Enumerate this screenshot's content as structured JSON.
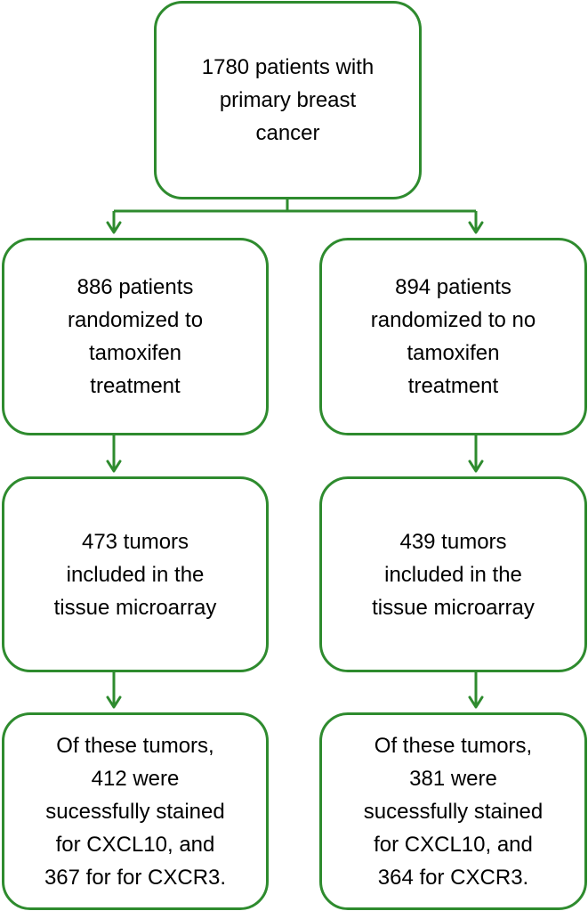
{
  "diagram": {
    "colors": {
      "stroke": "#2e8b2e",
      "background": "#ffffff",
      "text": "#000000"
    },
    "nodes": {
      "root": "1780 patients with\nprimary breast\ncancer",
      "tamoxifen_arm": "886 patients\nrandomized to\ntamoxifen\ntreatment",
      "no_tamoxifen_arm": "894 patients\nrandomized to no\ntamoxifen\ntreatment",
      "tamoxifen_tma": "473 tumors\nincluded in the\ntissue microarray",
      "no_tamoxifen_tma": "439 tumors\nincluded in the\ntissue microarray",
      "tamoxifen_stained": "Of these tumors,\n412 were\nsucessfully stained\nfor CXCL10, and\n367 for for CXCR3.",
      "no_tamoxifen_stained": "Of these tumors,\n381 were\nsucessfully stained\nfor CXCL10, and\n364 for CXCR3."
    },
    "edges": [
      {
        "from": "root",
        "to": "tamoxifen_arm"
      },
      {
        "from": "root",
        "to": "no_tamoxifen_arm"
      },
      {
        "from": "tamoxifen_arm",
        "to": "tamoxifen_tma"
      },
      {
        "from": "no_tamoxifen_arm",
        "to": "no_tamoxifen_tma"
      },
      {
        "from": "tamoxifen_tma",
        "to": "tamoxifen_stained"
      },
      {
        "from": "no_tamoxifen_tma",
        "to": "no_tamoxifen_stained"
      }
    ]
  }
}
